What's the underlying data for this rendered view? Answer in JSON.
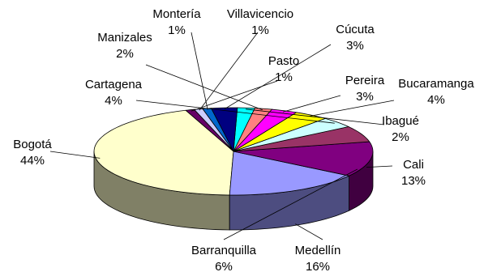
{
  "chart_data": {
    "type": "pie",
    "title": "",
    "unit": "%",
    "categories": [
      "Bogotá",
      "Medellín",
      "Cali",
      "Barranquilla",
      "Cartagena",
      "Bucaramanga",
      "Pereira",
      "Manizales",
      "Ibagué",
      "Cúcuta",
      "Montería",
      "Villavicencio",
      "Pasto"
    ],
    "values": [
      44,
      16,
      13,
      6,
      4,
      4,
      3,
      2,
      2,
      3,
      1,
      1,
      1
    ],
    "labels": [
      "44%",
      "16%",
      "13%",
      "6%",
      "4%",
      "4%",
      "3%",
      "2%",
      "2%",
      "3%",
      "1%",
      "1%",
      "1%"
    ],
    "colors": {
      "Bogotá": "#ffffcc",
      "Medellín": "#9999ff",
      "Cali": "#800080",
      "Barranquilla": "#993366",
      "Cartagena": "#ccffff",
      "Bucaramanga": "#ffff00",
      "Pereira": "#ff00ff",
      "Manizales": "#ff8080",
      "Ibagué": "#00ffff",
      "Cúcuta": "#000080",
      "Montería": "#0066cc",
      "Villavicencio": "#ccccff",
      "Pasto": "#660066"
    },
    "style": "3d-pie",
    "legend": "none"
  }
}
